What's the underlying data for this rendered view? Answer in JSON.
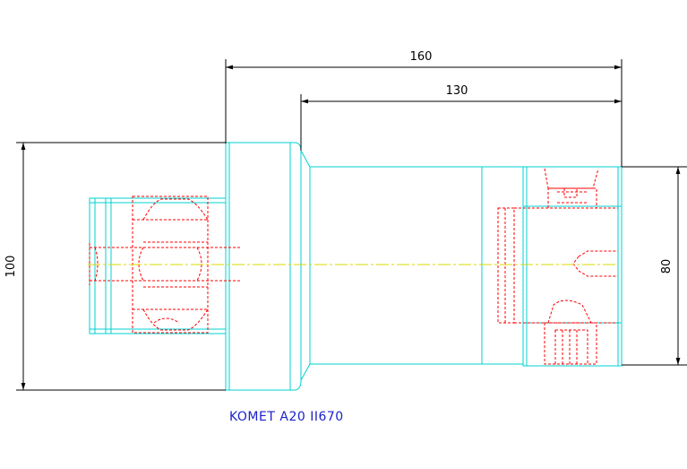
{
  "dimensions": {
    "overall_length": "160",
    "body_length": "130",
    "flange_diameter": "100",
    "body_diameter": "80"
  },
  "caption": "KOMET A20 II670",
  "colors": {
    "background": "#ffffff",
    "outline": "#00d0d0",
    "hidden": "#ff0000",
    "centerline": "#d8d800",
    "dimension": "#000000",
    "caption": "#1a22cc"
  }
}
